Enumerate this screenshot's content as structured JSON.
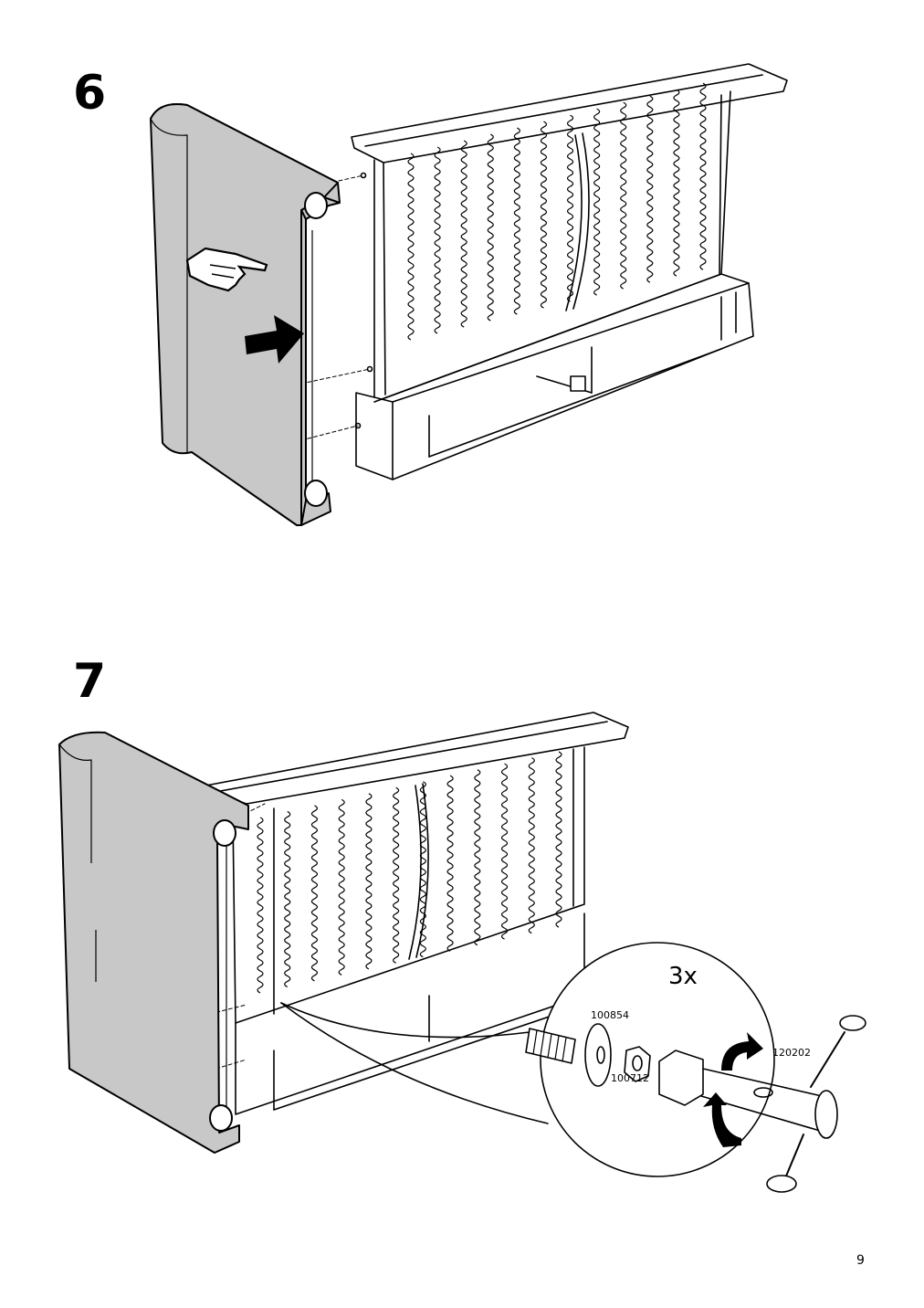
{
  "steps": [
    {
      "number": "6"
    },
    {
      "number": "7"
    }
  ],
  "detail": {
    "quantity": "3x",
    "parts": [
      {
        "id": "100854"
      },
      {
        "id": "100712"
      },
      {
        "id": "120202"
      }
    ]
  },
  "page_number": "9",
  "colors": {
    "armrest_fill": "#c8c8c8",
    "line": "#000000",
    "background": "#ffffff"
  },
  "icons": [
    "pointing-hand-icon",
    "push-arrow-icon",
    "rotate-arrow-icon"
  ]
}
